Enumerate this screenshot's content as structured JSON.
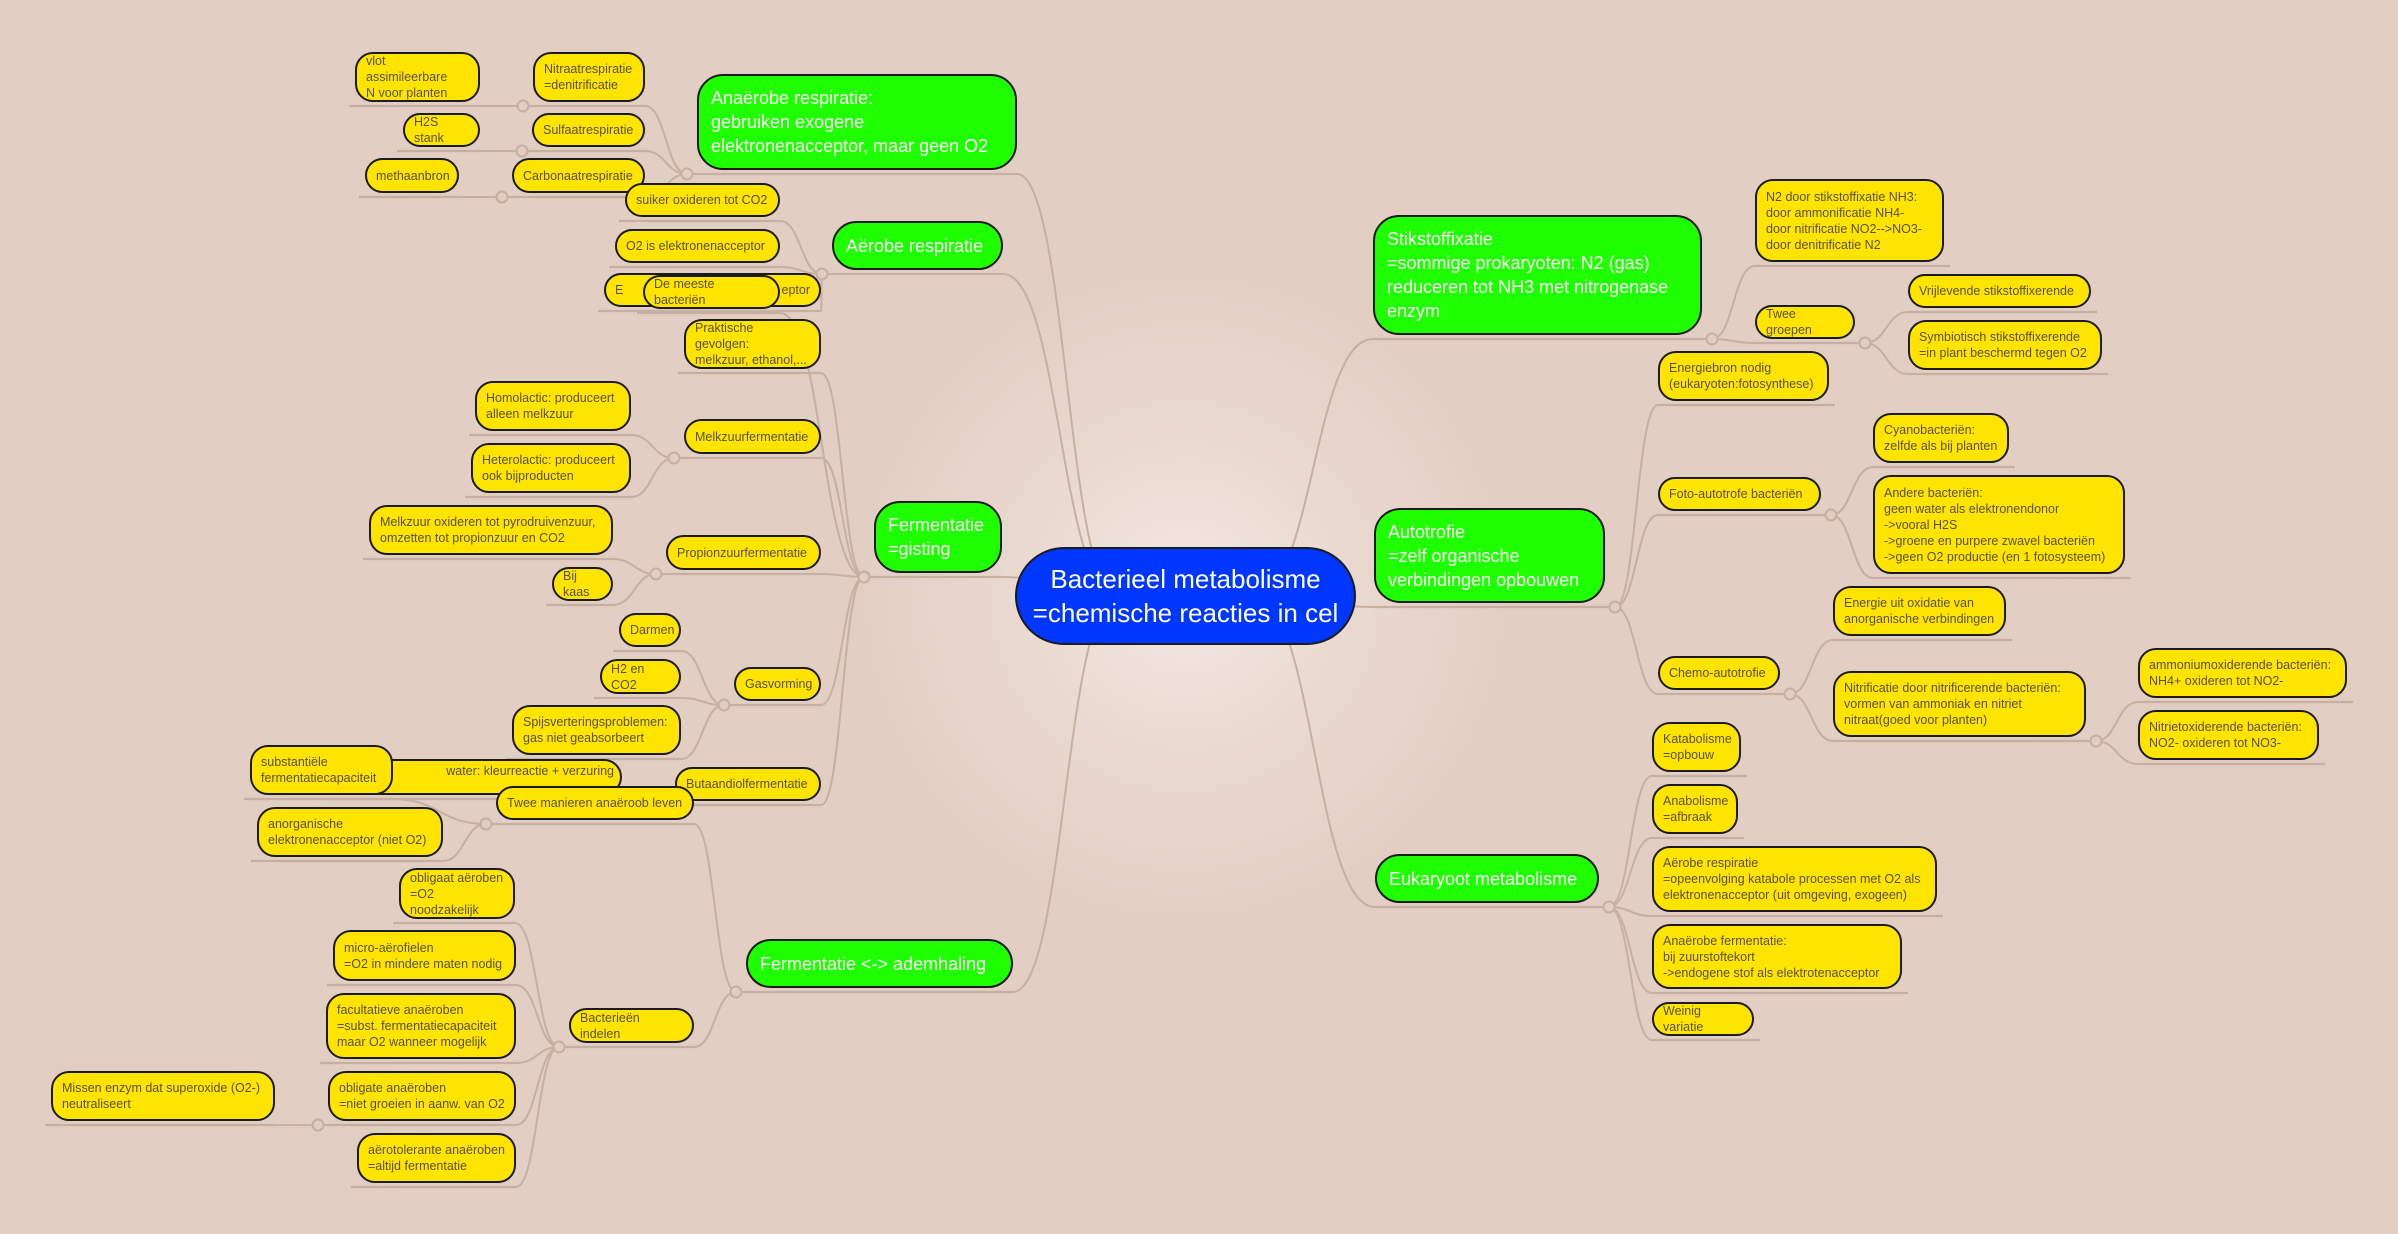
{
  "colors": {
    "background": "#e1cdc2",
    "root": "#0037ff",
    "main_branch": "#1eff00",
    "leaf": "#ffe400",
    "connector": "#c6b0a2",
    "border": "#1b1b1b"
  },
  "nodes": [
    {
      "id": "root",
      "parent": null,
      "kind": "root",
      "text": "Bacterieel metabolisme\n=chemische reacties in cel"
    },
    {
      "id": "anaer",
      "parent": "root",
      "kind": "main",
      "text": "Anaërobe respiratie:\ngebruiken exogene\nelektronenacceptor, maar geen O2"
    },
    {
      "id": "nitraat",
      "parent": "anaer",
      "kind": "leaf",
      "text": "Nitraatrespiratie\n=denitrificatie"
    },
    {
      "id": "vlot",
      "parent": "nitraat",
      "kind": "leaf",
      "text": "vlot assimileerbare\nN voor planten"
    },
    {
      "id": "sulfaat",
      "parent": "anaer",
      "kind": "leaf",
      "text": "Sulfaatrespiratie"
    },
    {
      "id": "h2s",
      "parent": "sulfaat",
      "kind": "leaf",
      "text": "H2S stank"
    },
    {
      "id": "carbonaat",
      "parent": "anaer",
      "kind": "leaf",
      "text": "Carbonaatrespiratie"
    },
    {
      "id": "methaan",
      "parent": "carbonaat",
      "kind": "leaf",
      "text": "methaanbron"
    },
    {
      "id": "aer",
      "parent": "root",
      "kind": "main",
      "text": "Aërobe respiratie"
    },
    {
      "id": "suiker",
      "parent": "aer",
      "kind": "leaf",
      "text": "suiker oxideren tot CO2"
    },
    {
      "id": "o2is",
      "parent": "aer",
      "kind": "leaf",
      "text": "O2 is elektronenacceptor"
    },
    {
      "id": "eeptor",
      "parent": "aer",
      "kind": "leaf",
      "text_start": "E",
      "text_end": "eptor"
    },
    {
      "id": "ferm",
      "parent": "root",
      "kind": "main",
      "text": "Fermentatie\n=gisting"
    },
    {
      "id": "meeste",
      "parent": "ferm",
      "kind": "leaf",
      "text": "De meeste bacteriën"
    },
    {
      "id": "prakt",
      "parent": "ferm",
      "kind": "leaf",
      "text": "Praktische gevolgen:\nmelkzuur, ethanol,..."
    },
    {
      "id": "melkz",
      "parent": "ferm",
      "kind": "leaf",
      "text": "Melkzuurfermentatie"
    },
    {
      "id": "homo",
      "parent": "melkz",
      "kind": "leaf",
      "text": "Homolactic: produceert\nalleen melkzuur"
    },
    {
      "id": "hetero",
      "parent": "melkz",
      "kind": "leaf",
      "text": "Heterolactic: produceert\nook bijproducten"
    },
    {
      "id": "propion",
      "parent": "ferm",
      "kind": "leaf",
      "text": "Propionzuurfermentatie"
    },
    {
      "id": "melkox",
      "parent": "propion",
      "kind": "leaf",
      "text": "Melkzuur oxideren tot pyrodruivenzuur,\nomzetten tot propionzuur en CO2"
    },
    {
      "id": "kaas",
      "parent": "propion",
      "kind": "leaf",
      "text": "Bij kaas"
    },
    {
      "id": "gas",
      "parent": "ferm",
      "kind": "leaf",
      "text": "Gasvorming"
    },
    {
      "id": "darmen",
      "parent": "gas",
      "kind": "leaf",
      "text": "Darmen"
    },
    {
      "id": "h2co2",
      "parent": "gas",
      "kind": "leaf",
      "text": "H2 en CO2"
    },
    {
      "id": "spijs",
      "parent": "gas",
      "kind": "leaf",
      "text": "Spijsverteringsproblemen:\ngas niet geabsorbeert"
    },
    {
      "id": "butaan",
      "parent": "ferm",
      "kind": "leaf",
      "text": "Butaandiolfermentatie"
    },
    {
      "id": "water",
      "parent": "butaan",
      "kind": "leaf",
      "text": "water: kleurreactie + verzuring"
    },
    {
      "id": "fermadem",
      "parent": "root",
      "kind": "main",
      "text": "Fermentatie <-> ademhaling"
    },
    {
      "id": "twee",
      "parent": "fermadem",
      "kind": "leaf",
      "text": "Twee manieren anaëroob leven"
    },
    {
      "id": "subst",
      "parent": "twee",
      "kind": "leaf",
      "text": "substantiële\nfermentatiecapaciteit"
    },
    {
      "id": "anorg",
      "parent": "twee",
      "kind": "leaf",
      "text": "anorganische\nelektronenacceptor (niet O2)"
    },
    {
      "id": "indelen",
      "parent": "fermadem",
      "kind": "leaf",
      "text": "Bacterieën indelen"
    },
    {
      "id": "oblaer",
      "parent": "indelen",
      "kind": "leaf",
      "text": "obligaat aëroben\n=O2 noodzakelijk"
    },
    {
      "id": "micro",
      "parent": "indelen",
      "kind": "leaf",
      "text": "micro-aërofielen\n=O2 in mindere maten nodig"
    },
    {
      "id": "facult",
      "parent": "indelen",
      "kind": "leaf",
      "text": "facultatieve anaëroben\n=subst. fermentatiecapaciteit\nmaar O2 wanneer mogelijk"
    },
    {
      "id": "oblanaer",
      "parent": "indelen",
      "kind": "leaf",
      "text": "obligate anaëroben\n=niet groeien in aanw. van O2"
    },
    {
      "id": "missen",
      "parent": "oblanaer",
      "kind": "leaf",
      "text": "Missen enzym dat superoxide (O2-)\nneutraliseert"
    },
    {
      "id": "aerotol",
      "parent": "indelen",
      "kind": "leaf",
      "text": "aërotolerante anaëroben\n=altijd fermentatie"
    },
    {
      "id": "stik",
      "parent": "root",
      "kind": "main",
      "text": "Stikstoffixatie\n=sommige prokaryoten: N2 (gas)\nreduceren tot NH3 met nitrogenase\nenzym"
    },
    {
      "id": "n2door",
      "parent": "stik",
      "kind": "leaf",
      "text": "N2 door stikstoffixatie NH3:\ndoor ammonificatie NH4-\ndoor nitrificatie NO2-->NO3-\ndoor denitrificatie N2"
    },
    {
      "id": "tweegr",
      "parent": "stik",
      "kind": "leaf",
      "text": "Twee groepen"
    },
    {
      "id": "vrij",
      "parent": "tweegr",
      "kind": "leaf",
      "text": "Vrijlevende stikstoffixerende"
    },
    {
      "id": "symb",
      "parent": "tweegr",
      "kind": "leaf",
      "text": "Symbiotisch stikstoffixerende\n=in plant beschermd tegen O2"
    },
    {
      "id": "auto",
      "parent": "root",
      "kind": "main",
      "text": "Autotrofie\n=zelf organische\nverbindingen opbouwen"
    },
    {
      "id": "energiebron",
      "parent": "auto",
      "kind": "leaf",
      "text": "Energiebron nodig\n(eukaryoten:fotosynthese)"
    },
    {
      "id": "foto",
      "parent": "auto",
      "kind": "leaf",
      "text": "Foto-autotrofe bacteriën"
    },
    {
      "id": "cyano",
      "parent": "foto",
      "kind": "leaf",
      "text": "Cyanobacteriën:\nzelfde als bij planten"
    },
    {
      "id": "andere",
      "parent": "foto",
      "kind": "leaf",
      "text": "Andere bacteriën:\ngeen water als elektronendonor\n->vooral H2S\n->groene en purpere zwavel bacteriën\n->geen O2 productie (en 1 fotosysteem)"
    },
    {
      "id": "chemo",
      "parent": "auto",
      "kind": "leaf",
      "text": "Chemo-autotrofie"
    },
    {
      "id": "energieuit",
      "parent": "chemo",
      "kind": "leaf",
      "text": "Energie uit oxidatie van\nanorganische verbindingen"
    },
    {
      "id": "nitrif",
      "parent": "chemo",
      "kind": "leaf",
      "text": "Nitrificatie door nitrificerende bacteriën:\nvormen van ammoniak en nitriet\nnitraat(goed voor planten)"
    },
    {
      "id": "ammon",
      "parent": "nitrif",
      "kind": "leaf",
      "text": "ammoniumoxiderende bacteriën:\nNH4+ oxideren tot NO2-"
    },
    {
      "id": "nitriet",
      "parent": "nitrif",
      "kind": "leaf",
      "text": "Nitrietoxiderende bacteriën:\nNO2- oxideren tot NO3-"
    },
    {
      "id": "euk",
      "parent": "root",
      "kind": "main",
      "text": "Eukaryoot metabolisme"
    },
    {
      "id": "katab",
      "parent": "euk",
      "kind": "leaf",
      "text": "Katabolisme\n=opbouw"
    },
    {
      "id": "anab",
      "parent": "euk",
      "kind": "leaf",
      "text": "Anabolisme\n=afbraak"
    },
    {
      "id": "aerresp",
      "parent": "euk",
      "kind": "leaf",
      "text": "Aërobe respiratie\n=opeenvolging katabole processen met O2 als\nelektronenacceptor (uit omgeving, exogeen)"
    },
    {
      "id": "anaerferm",
      "parent": "euk",
      "kind": "leaf",
      "text": "Anaërobe fermentatie:\nbij zuurstoftekort\n->endogene stof als elektrotenacceptor"
    },
    {
      "id": "weinig",
      "parent": "euk",
      "kind": "leaf",
      "text": "Weinig variatie"
    }
  ]
}
